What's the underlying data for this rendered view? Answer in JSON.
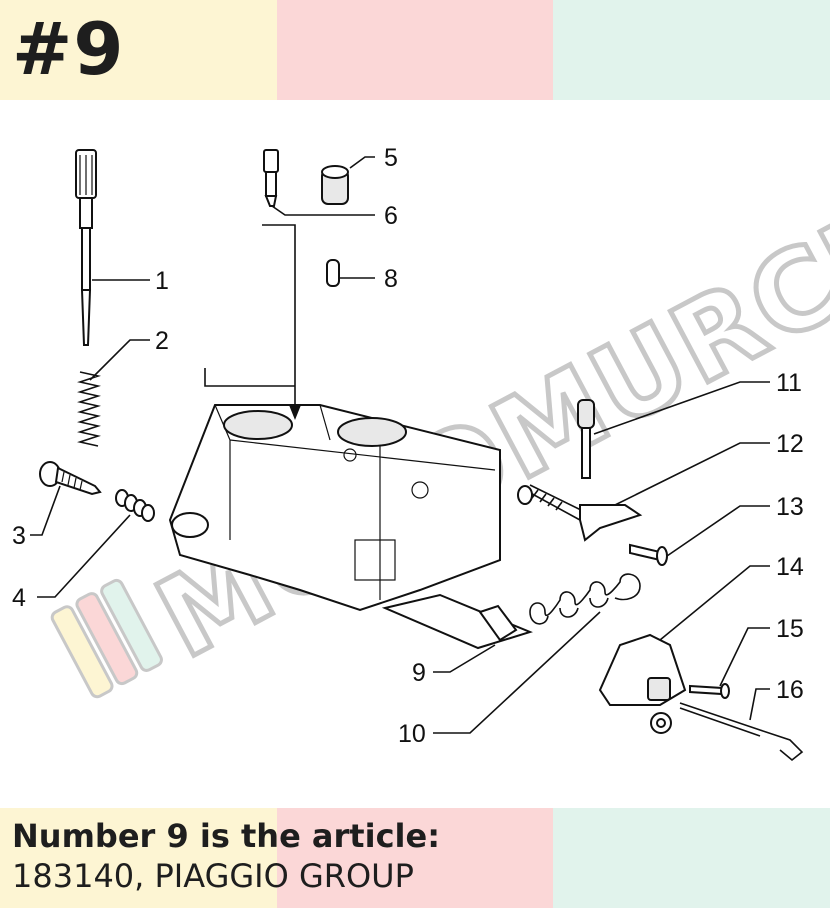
{
  "header": {
    "badge": "#9"
  },
  "caption": {
    "title": "Number 9 is the article:",
    "subtitle": "183140, PIAGGIO GROUP"
  },
  "watermark": {
    "text": "MOTOMURCIA"
  },
  "callouts": {
    "n1": "1",
    "n2": "2",
    "n3": "3",
    "n4": "4",
    "n5": "5",
    "n6": "6",
    "n8": "8",
    "n9": "9",
    "n10": "10",
    "n11": "11",
    "n12": "12",
    "n13": "13",
    "n14": "14",
    "n15": "15",
    "n16": "16"
  },
  "colors": {
    "yellow": "#fdf5d3",
    "pink": "#fbd7d7",
    "mint": "#e1f3ec",
    "text": "#1e1e1e"
  }
}
